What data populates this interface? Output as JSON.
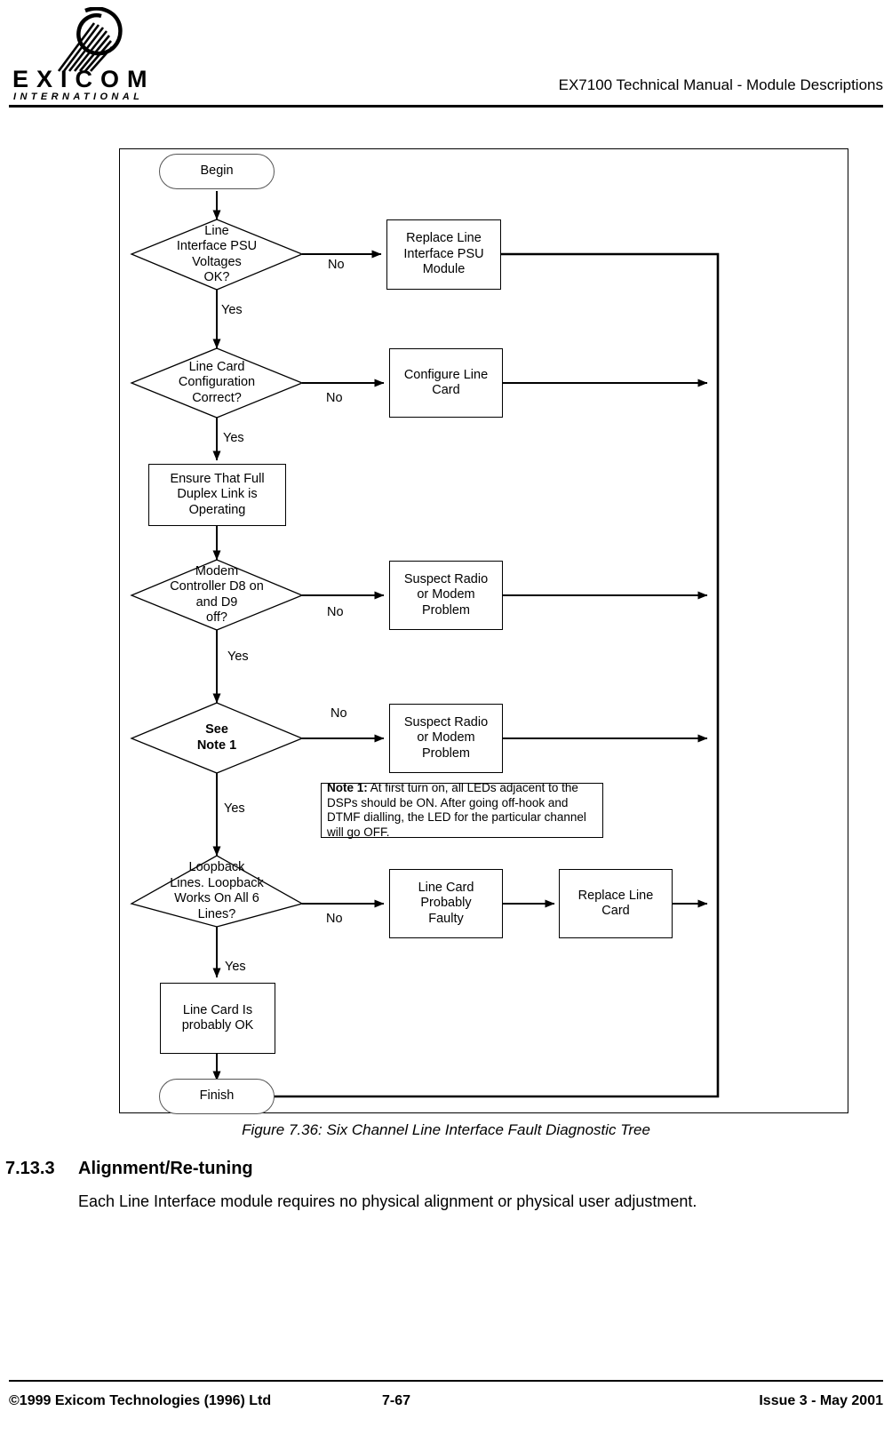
{
  "header": {
    "logo_name": "EXICOM",
    "logo_tagline": "INTERNATIONAL",
    "logo_icon": "comet-swoosh-logo",
    "title": "EX7100 Technical Manual - Module Descriptions"
  },
  "figure": {
    "caption": "Figure 7.36: Six Channel Line Interface Fault Diagnostic Tree",
    "nodes": {
      "begin": "Begin",
      "d_psu": "Line\nInterface PSU\nVoltages\nOK?",
      "p_replace_psu": "Replace Line\nInterface PSU\nModule",
      "d_config": "Line Card\nConfiguration\nCorrect?",
      "p_configure": "Configure Line\nCard",
      "p_duplex": "Ensure That Full\nDuplex Link is\nOperating",
      "d_modem": "Modem\nController D8 on\nand D9\noff?",
      "p_suspect1": "Suspect Radio\nor Modem\nProblem",
      "d_note1": "See\nNote 1",
      "p_suspect2": "Suspect Radio\nor Modem\nProblem",
      "d_loopback": "Loopback\nLines. Loopback\nWorks On All 6\nLines?",
      "p_faulty": "Line Card\nProbably\nFaulty",
      "p_replace_card": "Replace Line\nCard",
      "p_card_ok": "Line Card Is\nprobably OK",
      "finish": "Finish"
    },
    "note": {
      "label": "Note 1:",
      "text": " At first turn on, all LEDs adjacent to the DSPs should be ON. After going off-hook and DTMF dialling, the LED for the particular channel will go OFF."
    },
    "edge_labels": {
      "no_psu": "No",
      "yes_psu": "Yes",
      "no_config": "No",
      "yes_config": "Yes",
      "no_modem": "No",
      "yes_modem": "Yes",
      "no_note1": "No",
      "yes_note1": "Yes",
      "no_loopback": "No",
      "yes_loopback": "Yes"
    }
  },
  "section": {
    "number": "7.13.3",
    "heading": "Alignment/Re-tuning",
    "body": "Each Line Interface module requires no physical alignment or physical user adjustment."
  },
  "footer": {
    "left": "©1999 Exicom Technologies (1996) Ltd",
    "center": "7-67",
    "right": "Issue 3 - May 2001"
  },
  "colors": {
    "ink": "#000000",
    "page": "#ffffff",
    "terminator_stroke": "#555555"
  }
}
